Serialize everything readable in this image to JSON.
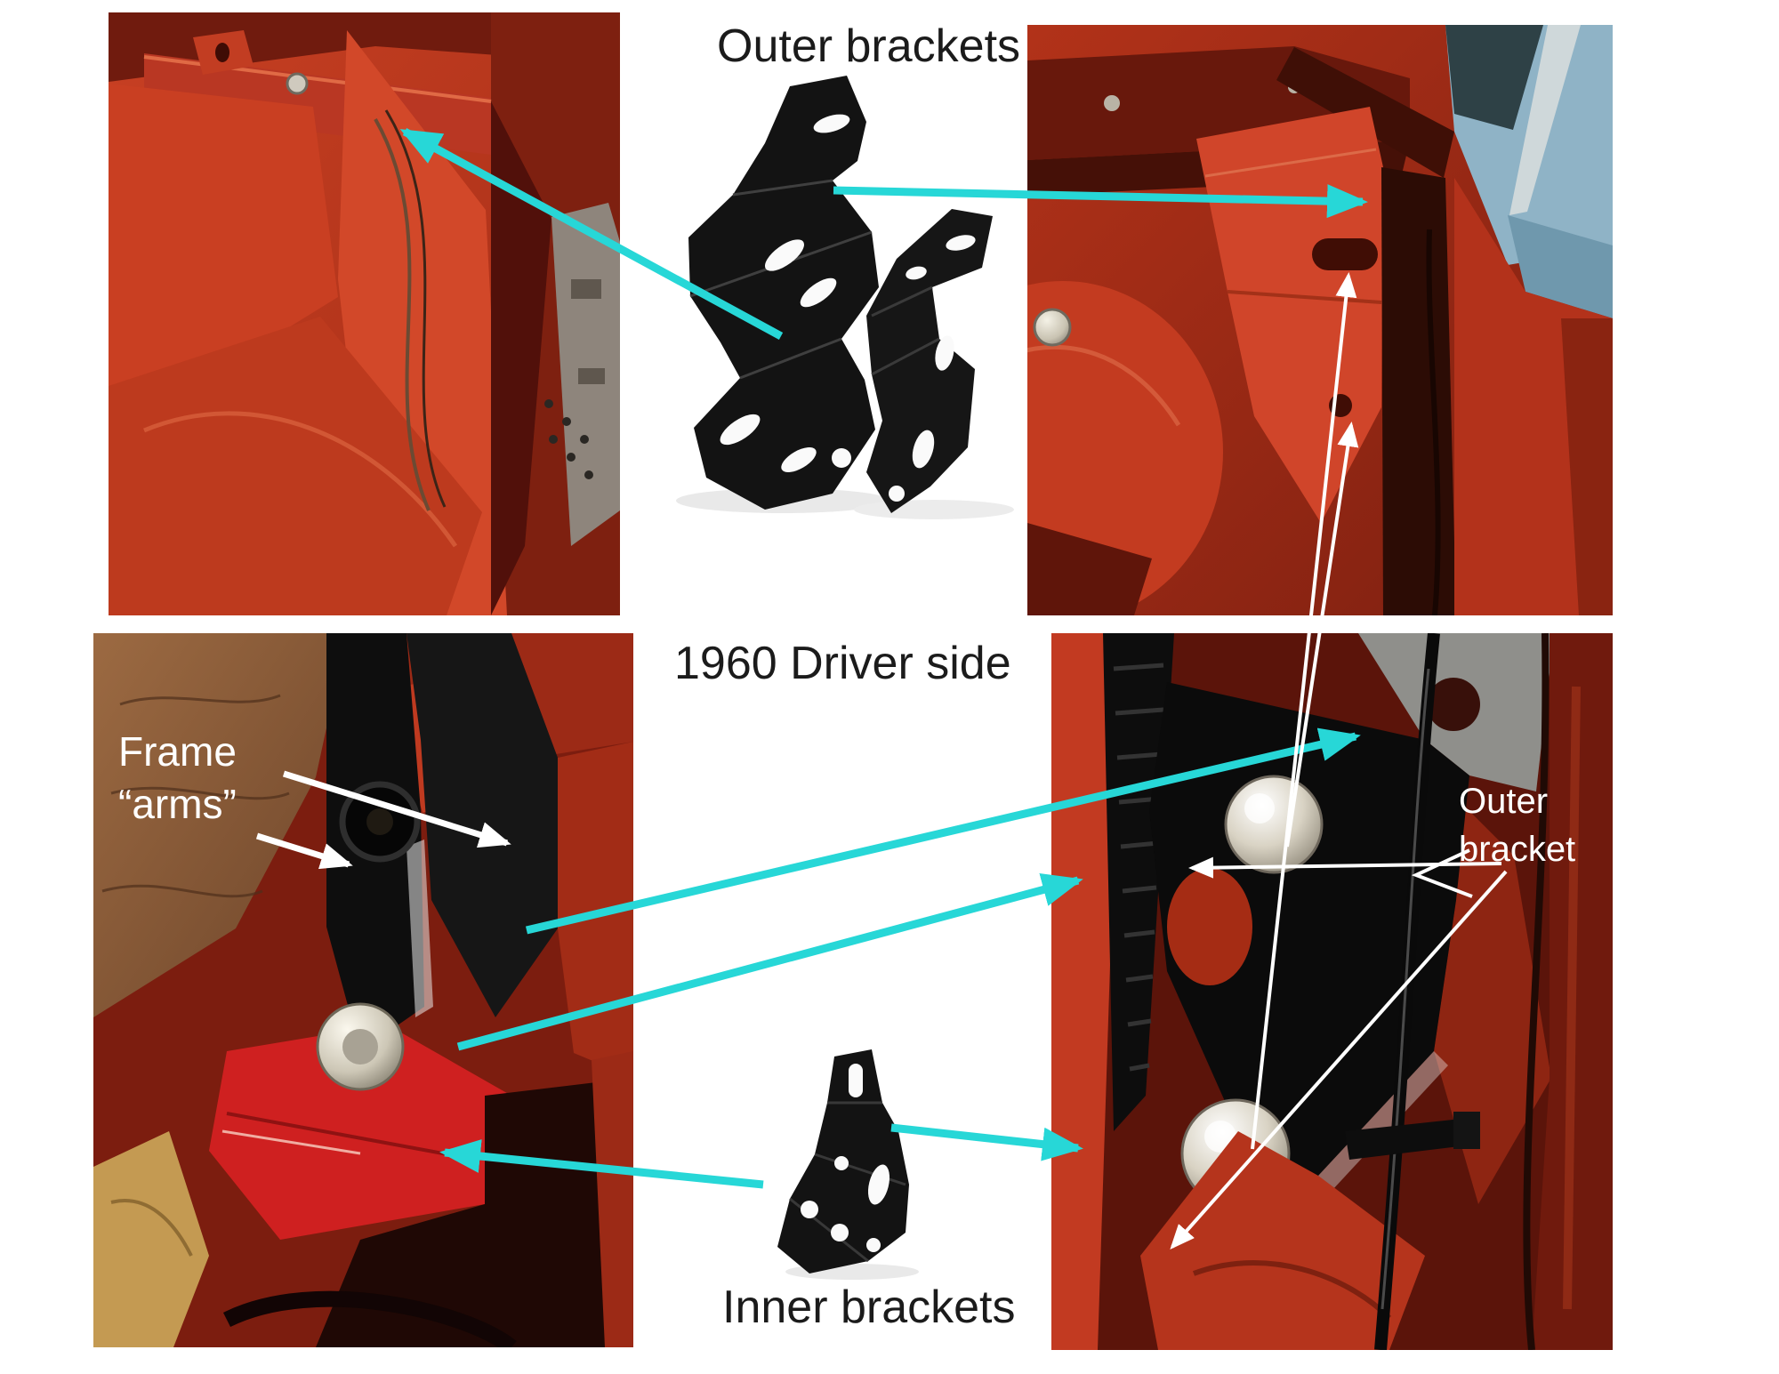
{
  "titles": {
    "outer_brackets": "Outer brackets",
    "driver_side": "1960 Driver side",
    "inner_brackets": "Inner brackets"
  },
  "photo_labels": {
    "frame_arms": {
      "line1": "Frame",
      "line2": "“arms”"
    },
    "outer_bracket": {
      "line1": "Outer",
      "line2": "bracket"
    }
  },
  "colors": {
    "background": "#ffffff",
    "title_text": "#1b1b1b",
    "label_text": "#ffffff",
    "arrow_cyan": "#27d7d7",
    "arrow_white": "#ffffff",
    "photo_red": "#c43a1f",
    "bracket_black": "#131313",
    "chrome": "#d8d3c6"
  },
  "photos": {
    "top_left": {
      "description": "red painted engine bay corner, bracket mounting location on fender apron"
    },
    "top_right": {
      "description": "red engine bay with installed outer bracket, blue car in background"
    },
    "bottom_left": {
      "description": "mechanic arm holding black frame arms over red inner bracket with chrome nut"
    },
    "bottom_right": {
      "description": "black outer bracket installed with two chrome carriage bolts"
    }
  }
}
